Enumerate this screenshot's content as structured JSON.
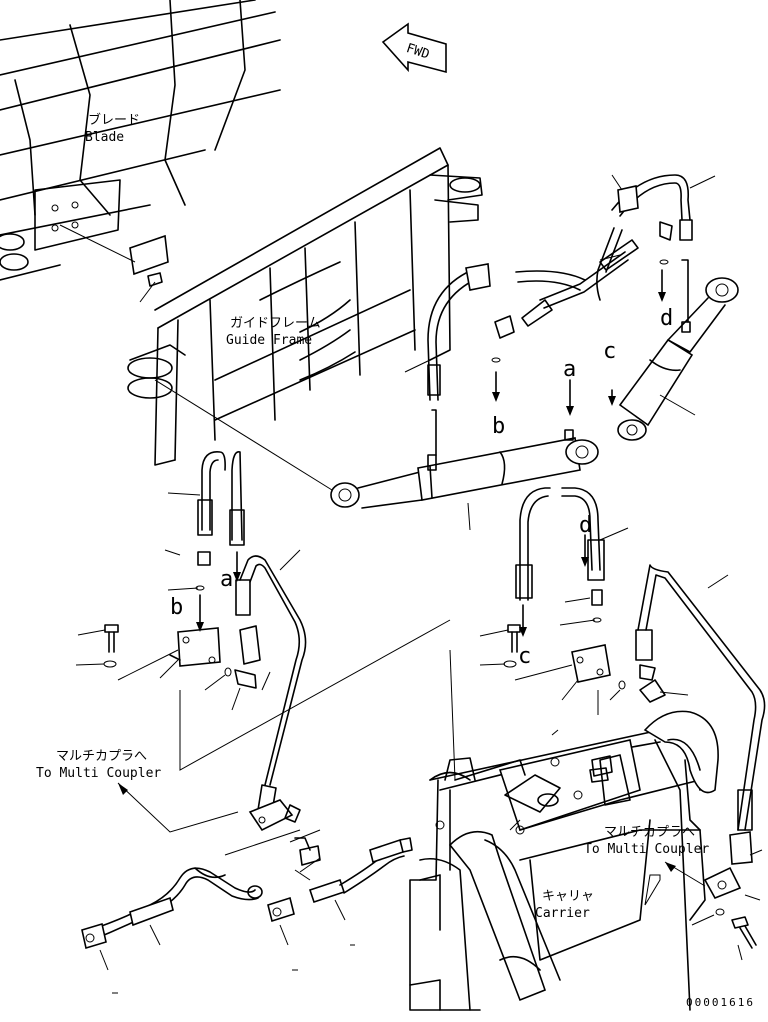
{
  "fwd": "FWD",
  "labels": {
    "blade_jp": "ブレード",
    "blade_en": "Blade",
    "guide_jp": "ガイドフレーム",
    "guide_en": "Guide Frame",
    "coupler_left_jp": "マルチカプラへ",
    "coupler_left_en": "To Multi Coupler",
    "coupler_right_jp": "マルチカプラへ",
    "coupler_right_en": "To Multi Coupler",
    "carrier_jp": "キャリャ",
    "carrier_en": "Carrier"
  },
  "markers": {
    "a_top": "a",
    "b_top": "b",
    "c_top": "c",
    "d_top": "d",
    "a_left": "a",
    "b_left": "b",
    "c_right": "c",
    "d_right": "d"
  },
  "drawing_code": "00001616"
}
